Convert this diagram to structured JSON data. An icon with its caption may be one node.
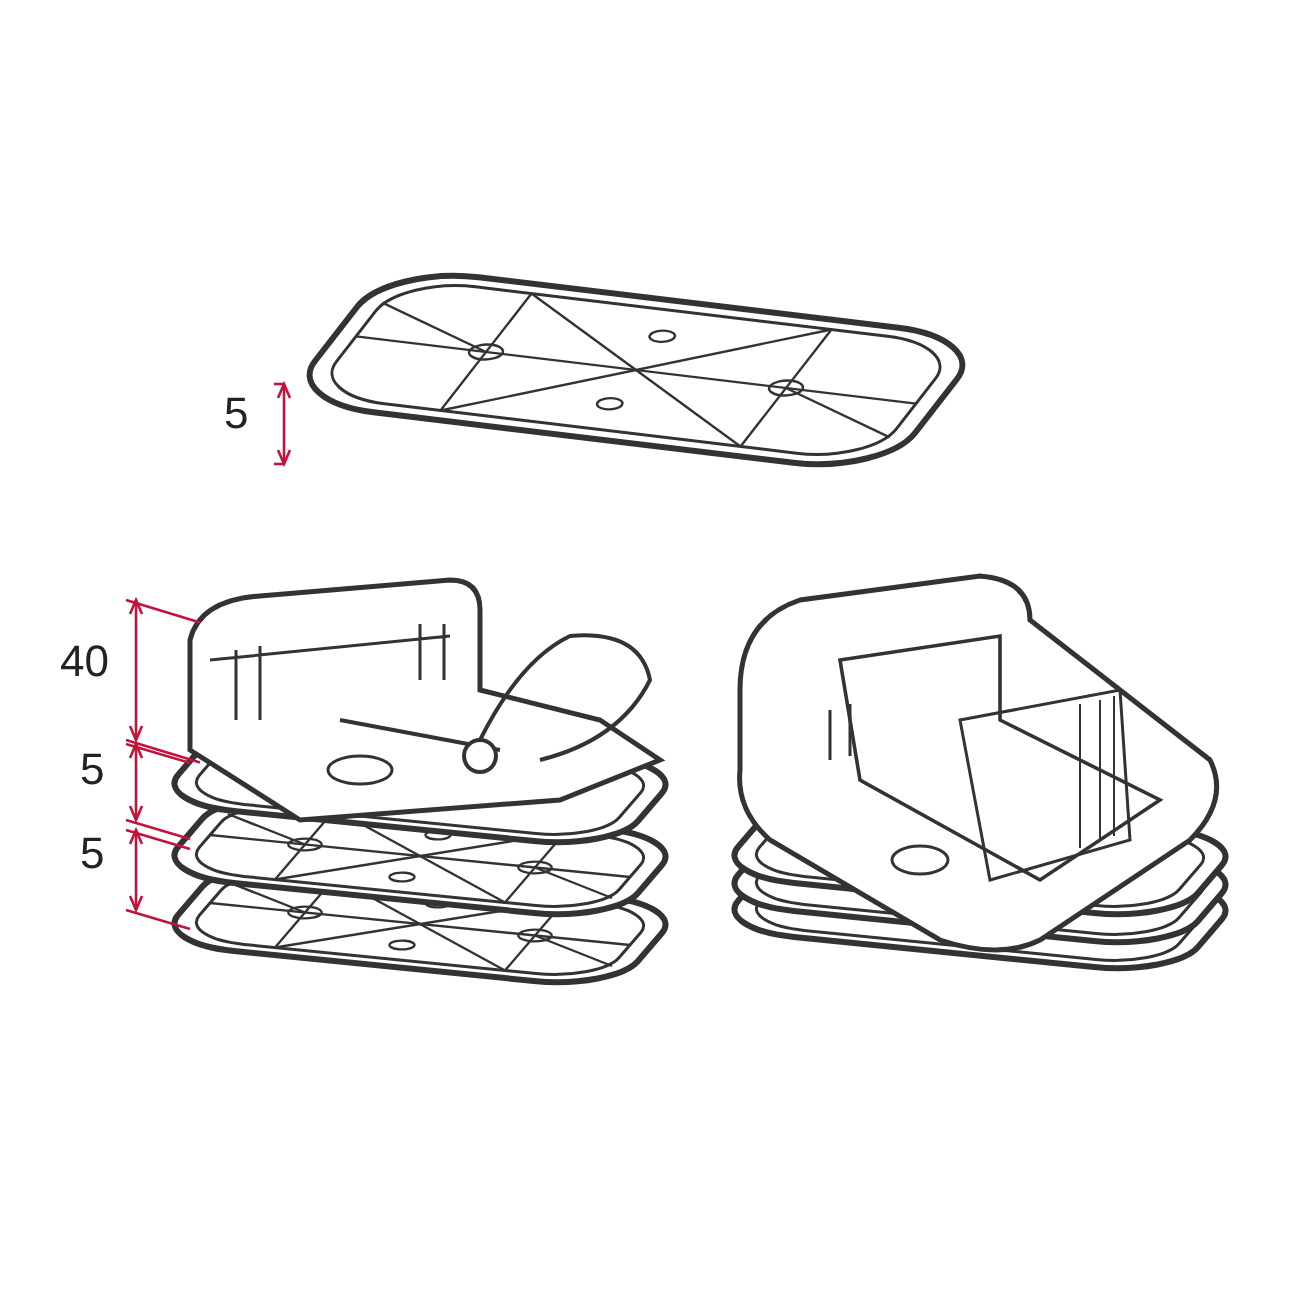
{
  "diagram": {
    "labels": [
      "5",
      "40",
      "5",
      "5"
    ]
  }
}
